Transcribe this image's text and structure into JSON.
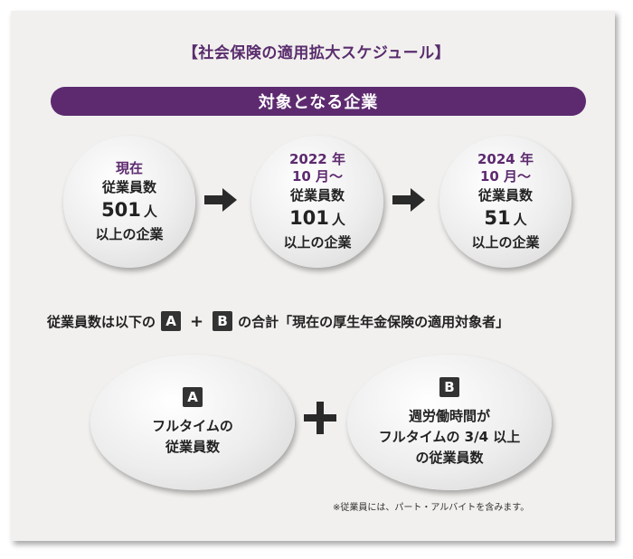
{
  "title": "【社会保険の適用拡大スケジュール】",
  "band": "対象となる企業",
  "stages": [
    {
      "head1": "現在",
      "head2": "",
      "label": "従業員数",
      "number": "501",
      "unit": "人",
      "tail": "以上の企業"
    },
    {
      "head1": "2022 年",
      "head2": "10 月〜",
      "label": "従業員数",
      "number": "101",
      "unit": "人",
      "tail": "以上の企業"
    },
    {
      "head1": "2024 年",
      "head2": "10 月〜",
      "label": "従業員数",
      "number": "51",
      "unit": "人",
      "tail": "以上の企業"
    }
  ],
  "sentence": {
    "prefix": "従業員数は以下の",
    "letter_a": "A",
    "plus": "+",
    "letter_b": "B",
    "suffix": "の合計「現在の厚生年金保険の適用対象者」"
  },
  "group_a": {
    "letter": "A",
    "lines": [
      "フルタイムの",
      "従業員数"
    ]
  },
  "group_b": {
    "letter": "B",
    "lines": [
      "週労働時間が",
      "フルタイムの 3/4 以上",
      "の従業員数"
    ]
  },
  "note": "※従業員には、パート・アルバイトを含みます。",
  "colors": {
    "accent": "#5d2a6f",
    "dark": "#333333"
  },
  "icons": [
    "arrow-right-icon",
    "arrow-right-icon",
    "plus-icon"
  ]
}
